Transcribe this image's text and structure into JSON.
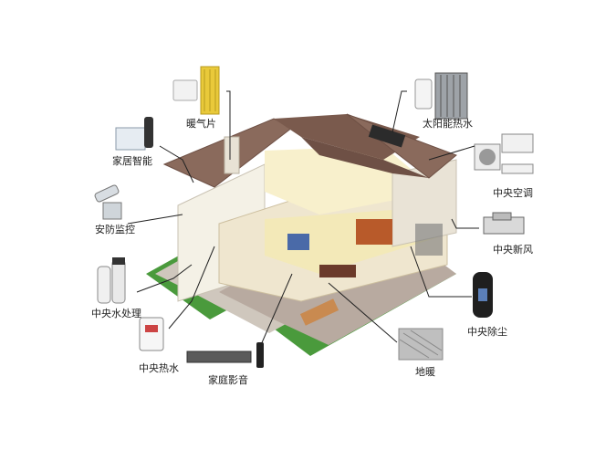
{
  "diagram": {
    "labels": {
      "radiator": "暖气片",
      "solar_water_heater": "太阳能热水",
      "smart_home": "家居智能",
      "central_ac": "中央空调",
      "security": "安防监控",
      "fresh_air": "中央新风",
      "water_treatment": "中央水处理",
      "central_vacuum": "中央除尘",
      "central_hot_water": "中央热水",
      "home_theater": "家庭影音",
      "floor_heating": "地暖"
    },
    "colors": {
      "roof": "#8a6a5c",
      "roof_dark": "#6e5045",
      "wall": "#f4f1e6",
      "floor_warm": "#f3e9b8",
      "lawn": "#4a9a3c",
      "radiator_yellow": "#e9c93a",
      "line": "#222222"
    }
  }
}
